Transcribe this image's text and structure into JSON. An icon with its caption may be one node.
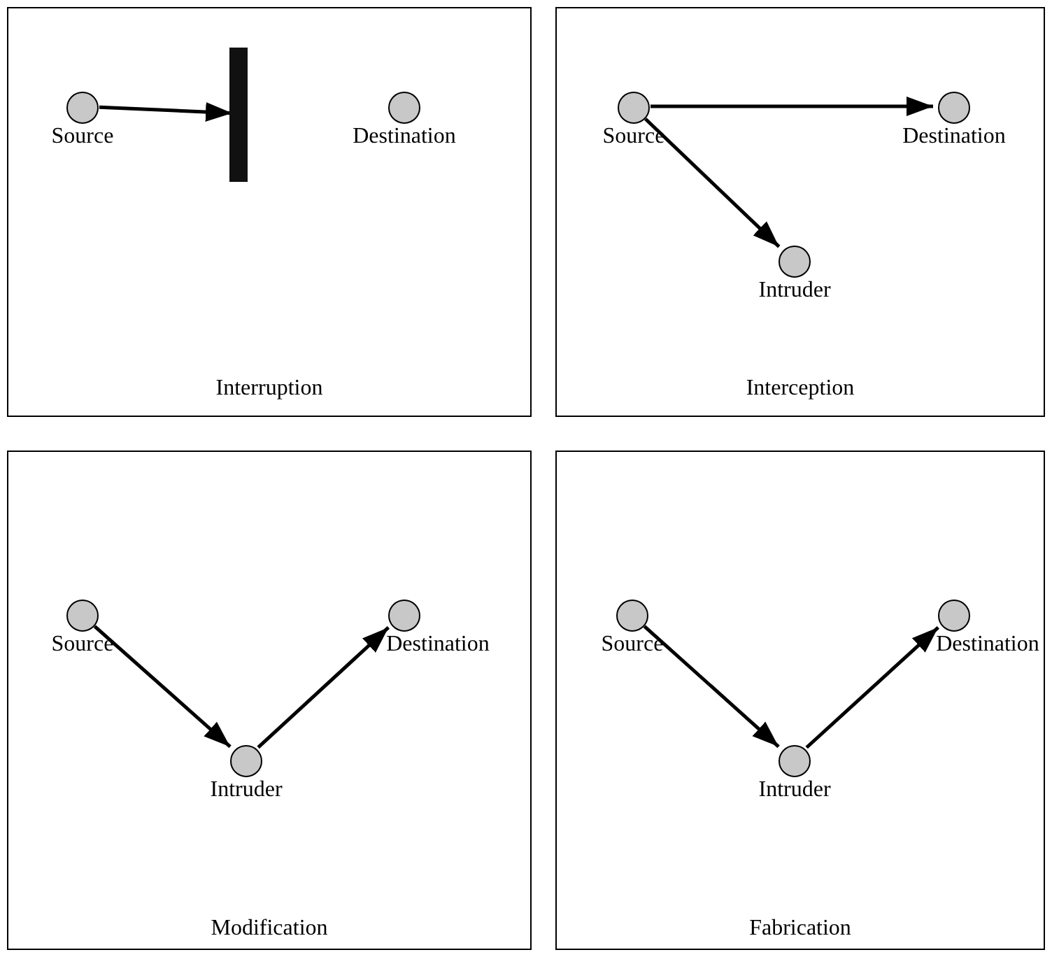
{
  "diagram": {
    "nodes": [
      {
        "text": [
          "Interruption"
        ]
      },
      {
        "text": [
          "Source"
        ],
        "in": 0
      },
      {
        "text": [],
        "shape": "bar",
        "in": 0
      },
      {
        "text": [
          "Destination"
        ],
        "in": 0
      },
      {
        "text": [
          "Interception"
        ]
      },
      {
        "text": [
          "Source"
        ],
        "in": 4
      },
      {
        "text": [
          "Destination"
        ],
        "in": 4
      },
      {
        "text": [
          "Intruder"
        ],
        "in": 4
      },
      {
        "text": [
          "Modification"
        ]
      },
      {
        "text": [
          "Source"
        ],
        "in": 8
      },
      {
        "text": [
          "Destination"
        ],
        "in": 8
      },
      {
        "text": [
          "Intruder"
        ],
        "in": 8
      },
      {
        "text": [
          "Fabrication"
        ]
      },
      {
        "text": [
          "Source"
        ],
        "in": 12
      },
      {
        "text": [
          "Destination"
        ],
        "in": 12
      },
      {
        "text": [
          "Intruder"
        ],
        "in": 12
      }
    ],
    "edges": [
      {
        "from": 1,
        "to": 2,
        "arrow": "to"
      },
      {
        "from": 5,
        "to": 6,
        "arrow": "to"
      },
      {
        "from": 5,
        "to": 7,
        "arrow": "to"
      },
      {
        "from": 9,
        "to": 11,
        "arrow": "to"
      },
      {
        "from": 11,
        "to": 10,
        "arrow": "to"
      },
      {
        "from": 13,
        "to": 15,
        "arrow": "to"
      },
      {
        "from": 15,
        "to": 14,
        "arrow": "to"
      }
    ]
  }
}
